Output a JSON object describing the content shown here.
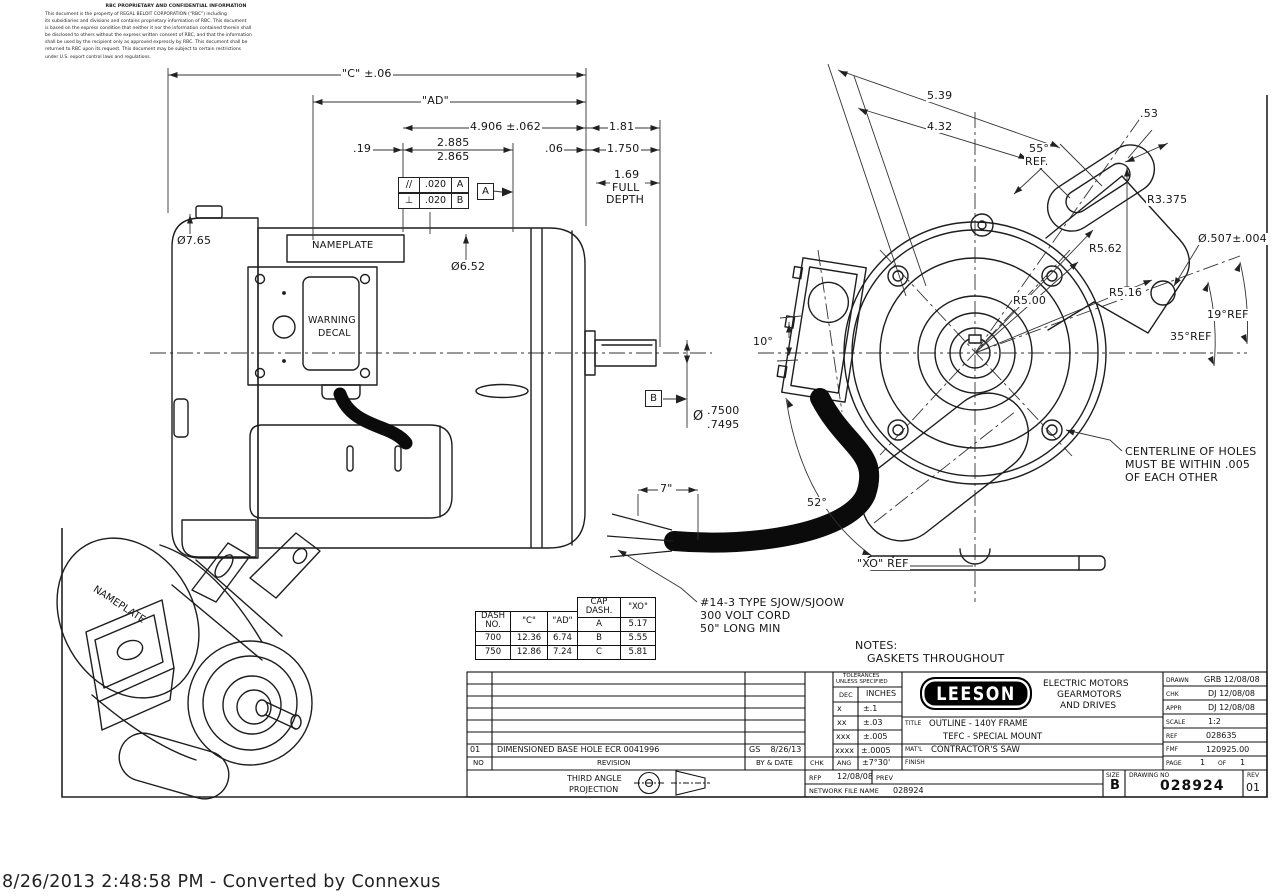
{
  "sheet": {
    "footer": "8/26/2013 2:48:58 PM - Converted by Connexus"
  },
  "proprietary": {
    "title": "RBC PROPRIETARY AND CONFIDENTIAL INFORMATION",
    "lines": [
      "This document is the property of REGAL BELOIT CORPORATION (\"RBC\") including",
      "its subsidiaries and divisions and contains proprietary information of RBC.  This document",
      "is based on the express condition that neither it nor the information contained therein shall",
      "be disclosed to others without the express written consent of RBC, and that the information",
      "shall be used by the recipient only as approved expressly by RBC.  This document shall be",
      "returned to RBC upon its request.  This document may be subject to certain restrictions",
      "under U.S. export control laws and regulations."
    ]
  },
  "side_view": {
    "nameplate": "NAMEPLATE",
    "warning_line1": "WARNING",
    "warning_line2": "DECAL",
    "dims": {
      "c": "\"C\" ±.06",
      "ad": "\"AD\"",
      "len_4906": "4.906 ±.062",
      "len_181": "1.81",
      "len_19": ".19",
      "len_2885": "2.885",
      "len_2865": "2.865",
      "len_06": ".06",
      "len_1750": "1.750",
      "len_169": "1.69",
      "full": "FULL",
      "depth": "DEPTH",
      "dia_fan": "Ø7.65",
      "dia_body": "Ø6.52",
      "phi": "Ø",
      "shaft_dia_hi": ".7500",
      "shaft_dia_lo": ".7495",
      "wire_len": "7\""
    },
    "gdt": {
      "parallel_sym": "//",
      "parallel_tol": ".020",
      "parallel_datum": "A",
      "perp_sym": "⊥",
      "perp_tol": ".020",
      "perp_datum": "B",
      "datum_a": "A",
      "datum_b": "B"
    }
  },
  "front_view": {
    "dims": {
      "len_539": "5.39",
      "len_432": "4.32",
      "len_53": ".53",
      "ang_55": "55°",
      "ang_55_ref": "REF.",
      "r_3375": "R3.375",
      "dia_507": "Ø.507±.004",
      "r_562": "R5.62",
      "r_516": "R5.16",
      "r_500": "R5.00",
      "ang_10": "10°",
      "ang_19": "19°REF",
      "ang_35": "35°REF",
      "ang_52": "52°",
      "xo_ref": "\"XO\" REF"
    },
    "centerline_note": [
      "CENTERLINE OF HOLES",
      "MUST BE WITHIN .005",
      "OF EACH OTHER"
    ]
  },
  "iso_view": {
    "nameplate": "NAMEPLATE"
  },
  "cord_note": [
    "#14-3 TYPE  SJOW/SJOOW",
    "300 VOLT CORD",
    "50\" LONG MIN"
  ],
  "notes": {
    "title": "NOTES:",
    "item1": "GASKETS THROUGHOUT"
  },
  "dim_table": {
    "headers": {
      "dash": "DASH NO.",
      "c": "\"C\"",
      "ad": "\"AD\"",
      "cap": "CAP DASH.",
      "xo": "\"XO\""
    },
    "cap_rows": [
      {
        "d": "A",
        "v": "5.17"
      },
      {
        "d": "B",
        "v": "5.55"
      },
      {
        "d": "C",
        "v": "5.81"
      }
    ],
    "rows": [
      {
        "dash": "700",
        "c": "12.36",
        "ad": "6.74"
      },
      {
        "dash": "750",
        "c": "12.86",
        "ad": "7.24"
      }
    ]
  },
  "title_block": {
    "revision": {
      "no": "01",
      "desc": "DIMENSIONED BASE HOLE ECR 0041996",
      "by_date": "GS    8/26/13",
      "col_no": "NO",
      "col_revision": "REVISION",
      "col_by_date": "BY & DATE",
      "col_chk": "CHK"
    },
    "projection_line1": "THIRD ANGLE",
    "projection_line2": "PROJECTION",
    "tolerances": {
      "heading1": "TOLERANCES",
      "heading2": "UNLESS SPECIFIED",
      "dec": "DEC",
      "inches": "INCHES",
      "x_label": "x",
      "x_val": "±.1",
      "xx_label": "xx",
      "xx_val": "±.03",
      "xxx_label": "xxx",
      "xxx_val": "±.005",
      "xxxx_label": "xxxx",
      "xxxx_val": "±.0005",
      "ang_label": "ANG",
      "ang_val": "±7°30'"
    },
    "brand": {
      "logo": "LEESON",
      "line1": "ELECTRIC MOTORS",
      "line2": "GEARMOTORS",
      "line3": "AND DRIVES"
    },
    "title_label": "TITLE",
    "title_line1": "OUTLINE - 140Y FRAME",
    "title_line2": "TEFC - SPECIAL MOUNT",
    "matl_label": "MAT'L",
    "matl": "CONTRACTOR'S SAW",
    "finish_label": "FINISH",
    "drawn_label": "DRAWN",
    "drawn": "GRB 12/08/08",
    "chk_label": "CHK",
    "chk": "DJ 12/08/08",
    "appr_label": "APPR",
    "appr": "DJ 12/08/08",
    "scale_label": "SCALE",
    "scale": "1:2",
    "ref_label": "REF",
    "ref": "028635",
    "fmf_label": "FMF",
    "fmf": "120925.00",
    "page_label": "PAGE",
    "page_no": "1",
    "page_of": "OF",
    "page_total": "1",
    "rfp_label": "RFP",
    "rfp": "12/08/08",
    "prev_label": "PREV",
    "network_label": "NETWORK FILE NAME",
    "network": "028924",
    "size_label": "SIZE",
    "size": "B",
    "drawing_no_label": "DRAWING NO",
    "drawing_no": "028924",
    "rev_label": "REV",
    "rev": "01"
  }
}
